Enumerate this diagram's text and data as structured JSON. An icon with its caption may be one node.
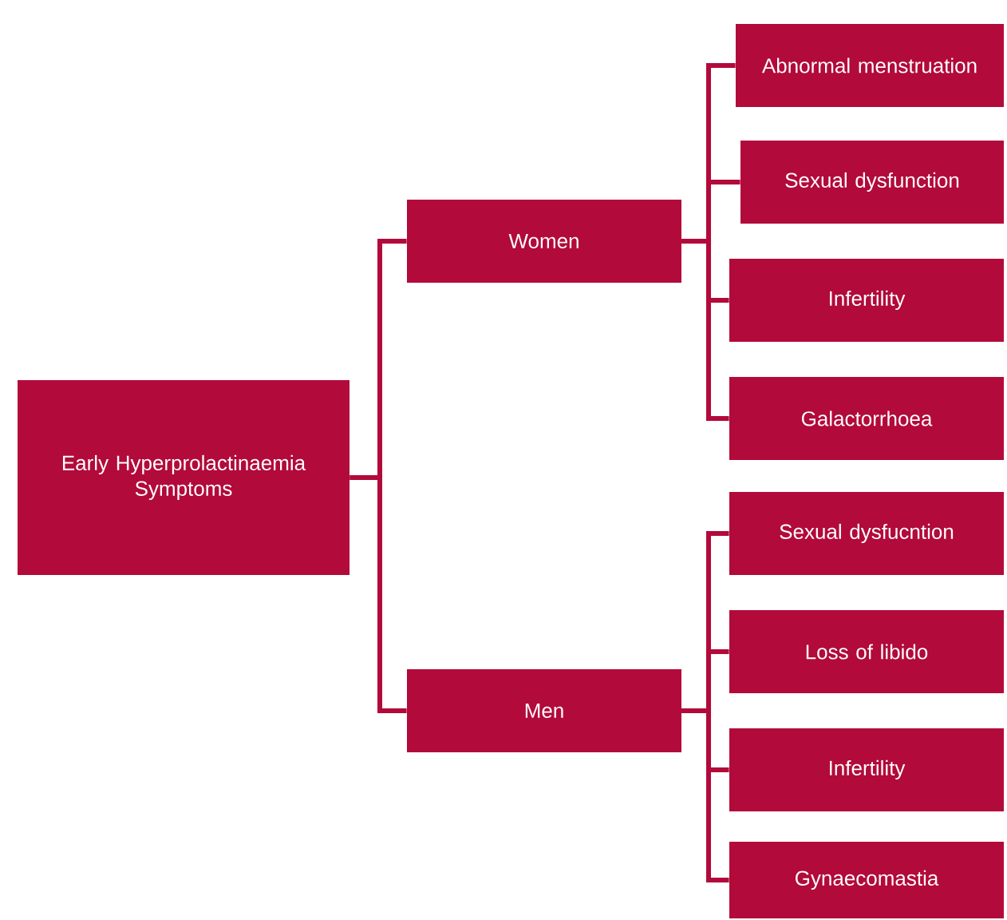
{
  "diagram": {
    "nodes": [
      {
        "text": [
          "Early Hyperprolactinaemia Symptoms"
        ]
      },
      {
        "text": [
          "Women"
        ]
      },
      {
        "text": [
          "Men"
        ]
      },
      {
        "text": [
          "Abnormal menstruation"
        ]
      },
      {
        "text": [
          "Sexual dysfunction"
        ]
      },
      {
        "text": [
          "Infertility"
        ]
      },
      {
        "text": [
          "Galactorrhoea"
        ]
      },
      {
        "text": [
          "Sexual dysfucntion"
        ]
      },
      {
        "text": [
          "Loss of libido"
        ]
      },
      {
        "text": [
          "Infertility"
        ]
      },
      {
        "text": [
          "Gynaecomastia"
        ]
      }
    ],
    "edges": [
      {
        "from": 0,
        "to": 1,
        "arrow": "none"
      },
      {
        "from": 0,
        "to": 2,
        "arrow": "none"
      },
      {
        "from": 1,
        "to": 3,
        "arrow": "none"
      },
      {
        "from": 1,
        "to": 4,
        "arrow": "none"
      },
      {
        "from": 1,
        "to": 5,
        "arrow": "none"
      },
      {
        "from": 1,
        "to": 6,
        "arrow": "none"
      },
      {
        "from": 2,
        "to": 7,
        "arrow": "none"
      },
      {
        "from": 2,
        "to": 8,
        "arrow": "none"
      },
      {
        "from": 2,
        "to": 9,
        "arrow": "none"
      },
      {
        "from": 2,
        "to": 10,
        "arrow": "none"
      }
    ]
  }
}
